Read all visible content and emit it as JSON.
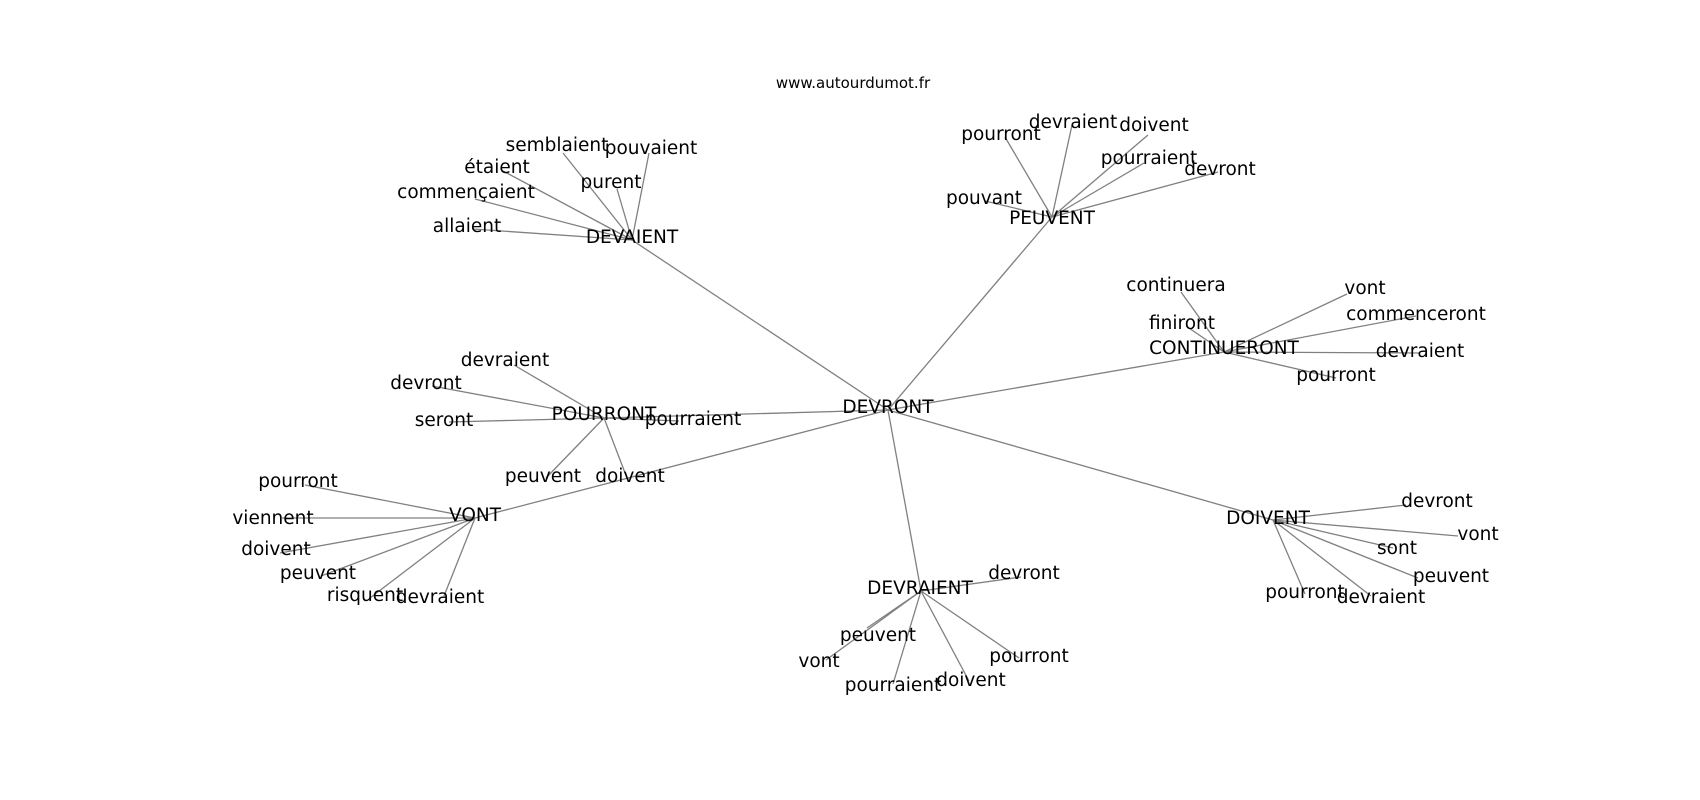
{
  "site_label": "www.autourdumot.fr",
  "center": {
    "id": "c",
    "label": "DEVRONT"
  },
  "clusters": [
    {
      "id": "h1",
      "label": "DEVAIENT",
      "leaves": [
        {
          "id": "l1",
          "label": "semblaient"
        },
        {
          "id": "l2",
          "label": "pouvaient"
        },
        {
          "id": "l3",
          "label": "étaient"
        },
        {
          "id": "l4",
          "label": "purent"
        },
        {
          "id": "l5",
          "label": "commençaient"
        },
        {
          "id": "l6",
          "label": "allaient"
        }
      ]
    },
    {
      "id": "h2",
      "label": "PEUVENT",
      "leaves": [
        {
          "id": "l7",
          "label": "pourront"
        },
        {
          "id": "l8",
          "label": "devraient"
        },
        {
          "id": "l9",
          "label": "doivent"
        },
        {
          "id": "l10",
          "label": "pourraient"
        },
        {
          "id": "l11",
          "label": "devront"
        },
        {
          "id": "l12",
          "label": "pouvant"
        }
      ]
    },
    {
      "id": "h3",
      "label": "CONTINUERONT",
      "leaves": [
        {
          "id": "l13",
          "label": "continuera"
        },
        {
          "id": "l14",
          "label": "vont"
        },
        {
          "id": "l15",
          "label": "finiront"
        },
        {
          "id": "l16",
          "label": "commenceront"
        },
        {
          "id": "l17",
          "label": "devraient"
        },
        {
          "id": "l18",
          "label": "pourront"
        }
      ]
    },
    {
      "id": "h4",
      "label": "POURRONT",
      "leaves": [
        {
          "id": "l19",
          "label": "devraient"
        },
        {
          "id": "l20",
          "label": "devront"
        },
        {
          "id": "l21",
          "label": "seront"
        },
        {
          "id": "l22",
          "label": "pourraient"
        },
        {
          "id": "l23",
          "label": "peuvent"
        },
        {
          "id": "l24",
          "label": "doivent"
        }
      ]
    },
    {
      "id": "h5",
      "label": "VONT",
      "leaves": [
        {
          "id": "l25",
          "label": "pourront"
        },
        {
          "id": "l26",
          "label": "viennent"
        },
        {
          "id": "l27",
          "label": "doivent"
        },
        {
          "id": "l28",
          "label": "peuvent"
        },
        {
          "id": "l29",
          "label": "risquent"
        },
        {
          "id": "l30",
          "label": "devraient"
        }
      ]
    },
    {
      "id": "h6",
      "label": "DOIVENT",
      "leaves": [
        {
          "id": "l31",
          "label": "devront"
        },
        {
          "id": "l32",
          "label": "vont"
        },
        {
          "id": "l33",
          "label": "sont"
        },
        {
          "id": "l34",
          "label": "peuvent"
        },
        {
          "id": "l35",
          "label": "pourront"
        },
        {
          "id": "l36",
          "label": "devraient"
        }
      ]
    },
    {
      "id": "h7",
      "label": "DEVRAIENT",
      "leaves": [
        {
          "id": "l37",
          "label": "devront"
        },
        {
          "id": "l38",
          "label": "peuvent"
        },
        {
          "id": "l39",
          "label": "vont"
        },
        {
          "id": "l40",
          "label": "pourront"
        },
        {
          "id": "l41",
          "label": "pourraient"
        },
        {
          "id": "l42",
          "label": "doivent"
        }
      ]
    }
  ]
}
